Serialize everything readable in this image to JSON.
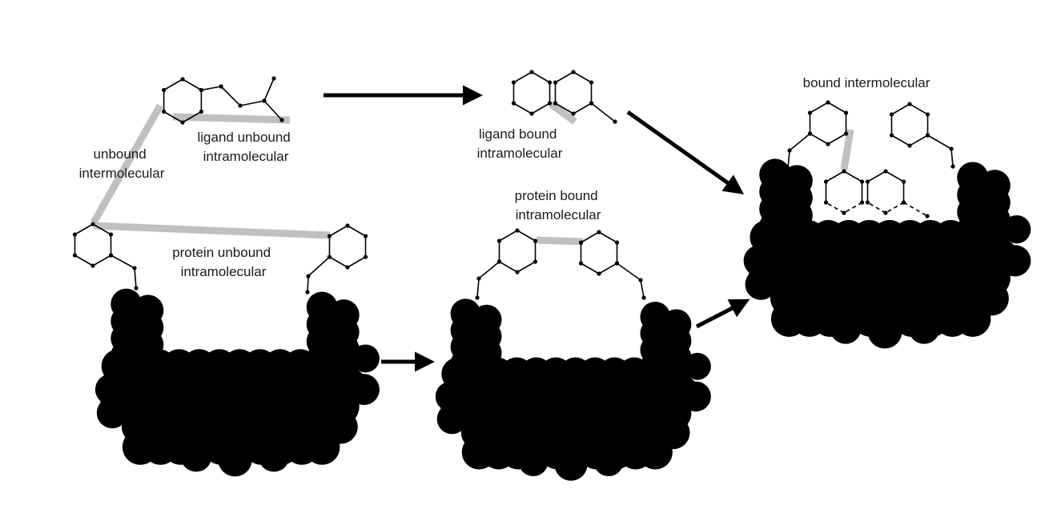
{
  "labels": {
    "ligand_unbound_intramolecular": [
      "ligand unbound",
      "intramolecular"
    ],
    "unbound_intermolecular": [
      "unbound",
      "intermolecular"
    ],
    "protein_unbound_intramolecular": [
      "protein unbound",
      "intramolecular"
    ],
    "ligand_bound_intramolecular": [
      "ligand bound",
      "intramolecular"
    ],
    "protein_bound_intramolecular": [
      "protein bound",
      "intramolecular"
    ],
    "bound_intermolecular": [
      "bound intermolecular"
    ]
  },
  "colors": {
    "protein_fill": "#000000",
    "bond_stroke": "#000000",
    "interaction_highlight": "#c0c0c0",
    "background": "#ffffff"
  }
}
